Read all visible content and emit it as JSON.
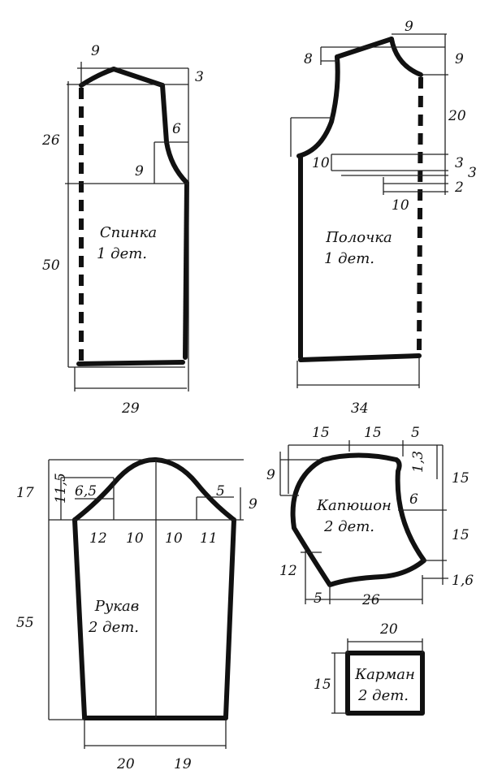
{
  "pieces": {
    "back": {
      "name": "Спинка",
      "count": "1 дет.",
      "dims": {
        "neck_w": "9",
        "shoulder": "3",
        "armhole_h": "26",
        "armhole_d": "6",
        "armhole_w": "9",
        "height": "50",
        "width": "29"
      }
    },
    "front": {
      "name": "Полочка",
      "count": "1 дет.",
      "dims": {
        "neck_w": "9",
        "neck_drop_l": "8",
        "neck_drop_r": "9",
        "armhole_h": "20",
        "a": "10",
        "b": "3",
        "c": "3",
        "d": "2",
        "e": "10",
        "width": "34"
      }
    },
    "sleeve": {
      "name": "Рукав",
      "count": "2 дет.",
      "dims": {
        "cap_h": "17",
        "cap_l": "11,5",
        "side_l": "6,5",
        "side_r": "5",
        "right_h": "9",
        "w1": "12",
        "w2": "10",
        "w3": "10",
        "w4": "11",
        "height": "55",
        "bottom_l": "20",
        "bottom_r": "19"
      }
    },
    "hood": {
      "name": "Капюшон",
      "count": "2 дет.",
      "dims": {
        "t1": "15",
        "t2": "15",
        "t3": "5",
        "l1": "9",
        "r1": "1,3",
        "r2": "15",
        "inner": "6",
        "r3": "15",
        "l2": "12",
        "b1": "5",
        "b2": "26",
        "r4": "1,6"
      }
    },
    "pocket": {
      "name": "Карман",
      "count": "2 дет.",
      "dims": {
        "width": "20",
        "height": "15"
      }
    }
  }
}
